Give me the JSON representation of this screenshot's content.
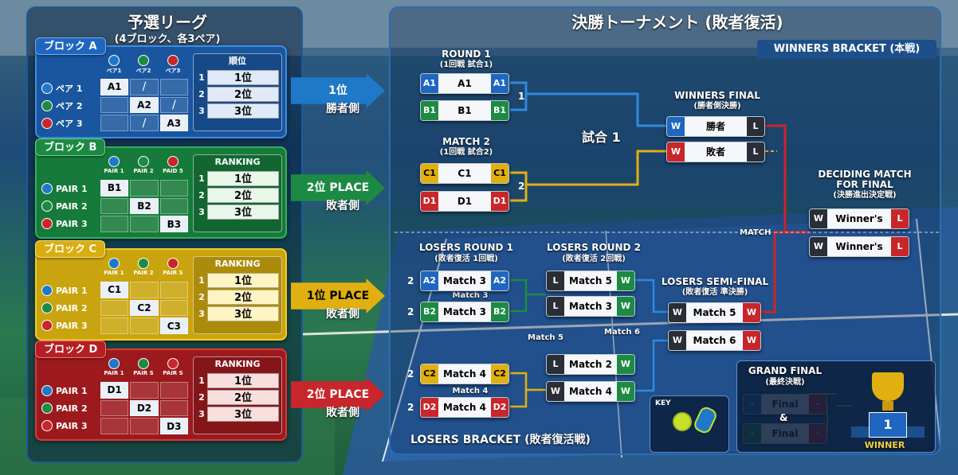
{
  "left": {
    "title": "予選リーグ",
    "subtitle": "(4ブロック、各3ペア)"
  },
  "right": {
    "title": "決勝トーナメント (敗者復活)",
    "winners_label": "WINNERS BRACKET (本戦)",
    "losers_label": "LOSERS BRACKET (敗者復活戦)"
  },
  "blocks": [
    {
      "tag": "ブロック A",
      "cols": [
        "ペア1",
        "ペア2",
        "ペア3"
      ],
      "rows": [
        "ペア 1",
        "ペア 2",
        "ペア 3"
      ],
      "cells": [
        "A1",
        "/",
        "",
        "",
        "A2",
        "/",
        "",
        "/",
        "A3"
      ],
      "rank_header": "順位",
      "ranks": [
        "1位",
        "2位",
        "3位"
      ]
    },
    {
      "tag": "ブロック B",
      "cols": [
        "PAIR 1",
        "PAIR 2",
        "PAID 5"
      ],
      "rows": [
        "PAIR 1",
        "PAIR 2",
        "PAIR 3"
      ],
      "cells": [
        "B1",
        "",
        "",
        "",
        "B2",
        "",
        "",
        "",
        "B3"
      ],
      "rank_header": "RANKING",
      "ranks": [
        "1位",
        "2位",
        "3位"
      ]
    },
    {
      "tag": "ブロック C",
      "cols": [
        "PAIR 1",
        "PAIR 2",
        "PAIR S"
      ],
      "rows": [
        "PAIR 1",
        "PAIR 2",
        "PAIR 3"
      ],
      "cells": [
        "C1",
        "",
        "",
        "",
        "C2",
        "",
        "",
        "",
        "C3"
      ],
      "rank_header": "RANKING",
      "ranks": [
        "1位",
        "2位",
        "3位"
      ]
    },
    {
      "tag": "ブロック D",
      "cols": [
        "PAIR 1",
        "PAIR S",
        "PAIR S"
      ],
      "rows": [
        "PAIR 1",
        "PAIR 2",
        "PAIR 3"
      ],
      "cells": [
        "D1",
        "",
        "",
        "",
        "D2",
        "",
        "",
        "",
        "D3"
      ],
      "rank_header": "RANKING",
      "ranks": [
        "1位",
        "2位",
        "3位"
      ]
    }
  ],
  "rank_nums": [
    "1",
    "2",
    "3"
  ],
  "arrows": [
    {
      "main": "1位",
      "sub": "勝者側",
      "color": "#1f78c8"
    },
    {
      "main": "2位 PLACE",
      "sub": "敗者側",
      "color": "#1d8a44"
    },
    {
      "main": "1位 PLACE",
      "sub": "敗者側",
      "color": "#e0b010"
    },
    {
      "main": "2位 PLACE",
      "sub": "敗者側",
      "color": "#c8262a"
    }
  ],
  "winners": {
    "round1": {
      "title": "ROUND 1",
      "sub": "(1回戦 試合1)"
    },
    "match2": {
      "title": "MATCH 2",
      "sub": "(1回戦 試合2)"
    },
    "r1": [
      {
        "l": "A1",
        "m": "A1",
        "r": "A1"
      },
      {
        "l": "B1",
        "m": "B1",
        "r": "B1"
      }
    ],
    "r2": [
      {
        "l": "C1",
        "m": "C1",
        "r": "C1"
      },
      {
        "l": "D1",
        "m": "D1",
        "r": "D1"
      }
    ],
    "n1": "1",
    "n2": "2",
    "shiai": "試合 1",
    "final": {
      "title": "WINNERS FINAL",
      "sub": "(勝者側決勝)"
    },
    "f1": {
      "l": "W",
      "m": "勝者",
      "r": "L"
    },
    "f2": {
      "l": "W",
      "m": "敗者",
      "r": "L"
    },
    "deciding": {
      "t1": "DECIDING MATCH",
      "t2": "FOR FINAL",
      "sub": "(決勝進出決定戦)"
    },
    "d1": {
      "l": "W",
      "m": "Winner's",
      "r": "L"
    },
    "d2": {
      "l": "W",
      "m": "Winner's",
      "r": "L"
    },
    "match_label": "MATCH"
  },
  "losers": {
    "lr1": {
      "title": "LOSERS ROUND 1",
      "sub": "(敗者復活 1回戦)"
    },
    "lr2": {
      "title": "LOSERS ROUND 2",
      "sub": "(敗者復活 2回戦)"
    },
    "semi": {
      "title": "LOSERS SEMI-FINAL",
      "sub": "(敗者復活 準決勝)"
    },
    "m3a": {
      "n": "2",
      "l": "A2",
      "m": "Match 3",
      "r": "A2"
    },
    "m3b": {
      "n": "2",
      "l": "B2",
      "m": "Match 3",
      "r": "B2"
    },
    "m4a": {
      "n": "2",
      "l": "C2",
      "m": "Match 4",
      "r": "C2"
    },
    "m4b": {
      "n": "2",
      "l": "D2",
      "m": "Match 4",
      "r": "D2"
    },
    "m3cap": "Match 3",
    "m4cap": "Match 4",
    "r2a": {
      "l": "L",
      "m": "Match 5",
      "r": "W"
    },
    "r2b": {
      "l": "L",
      "m": "Match 3",
      "r": "W"
    },
    "r2c": {
      "l": "L",
      "m": "Match 2",
      "r": "W"
    },
    "r2d": {
      "l": "W",
      "m": "Match 4",
      "r": "W"
    },
    "m5cap": "Match 5",
    "m6cap": "Match 6",
    "s1": {
      "l": "W",
      "m": "Match 5",
      "r": "W"
    },
    "s2": {
      "l": "W",
      "m": "Match 6",
      "r": "W"
    }
  },
  "key": {
    "label": "KEY"
  },
  "grand": {
    "title": "GRAND FINAL",
    "sub": "(最終決戦)",
    "f1": {
      "l": "-",
      "m": "Final",
      "r": "-"
    },
    "amp": "&",
    "f2": {
      "l": "-",
      "m": "Final",
      "r": "-"
    },
    "rank": "1",
    "winner": "WINNER"
  }
}
